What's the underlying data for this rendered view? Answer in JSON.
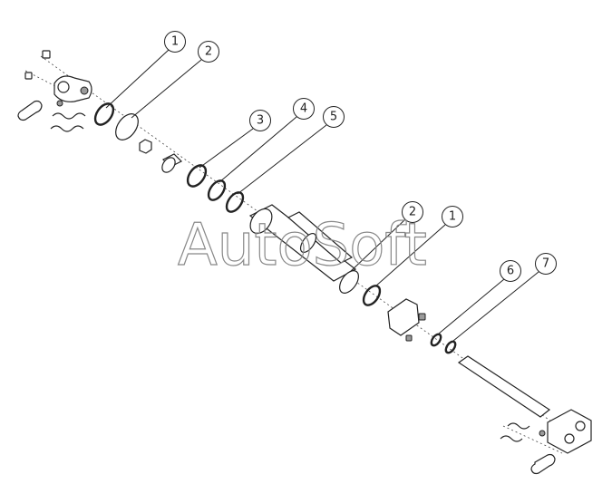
{
  "watermark": "AutoSoft",
  "callouts": [
    "1",
    "2",
    "3",
    "4",
    "5",
    "2",
    "1",
    "6",
    "7"
  ]
}
